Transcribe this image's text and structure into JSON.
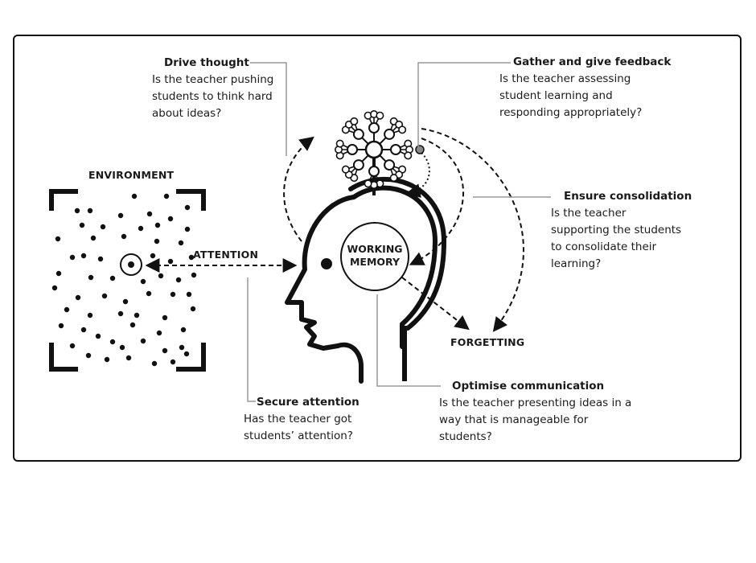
{
  "diagram": {
    "labels": {
      "environment": "ENVIRONMENT",
      "attention": "ATTENTION",
      "working_memory": [
        "WORKING",
        "MEMORY"
      ],
      "forgetting": "FORGETTING"
    },
    "callouts": {
      "drive_thought": {
        "heading": "Drive thought",
        "lines": [
          "Is the teacher pushing",
          "students to think hard",
          "about ideas?"
        ]
      },
      "feedback": {
        "heading": "Gather and give feedback",
        "lines": [
          "Is the teacher assessing",
          "student learning and",
          "responding appropriately?"
        ]
      },
      "consolidation": {
        "heading": "Ensure consolidation",
        "lines": [
          "Is the teacher",
          "supporting the students",
          "to consolidate their",
          "learning?"
        ]
      },
      "attention": {
        "heading": "Secure attention",
        "lines": [
          "Has the teacher got",
          "students’ attention?"
        ]
      },
      "communication": {
        "heading": "Optimise communication",
        "lines": [
          "Is the teacher presenting ideas in a",
          "way that is manageable for",
          "students?"
        ]
      }
    }
  }
}
